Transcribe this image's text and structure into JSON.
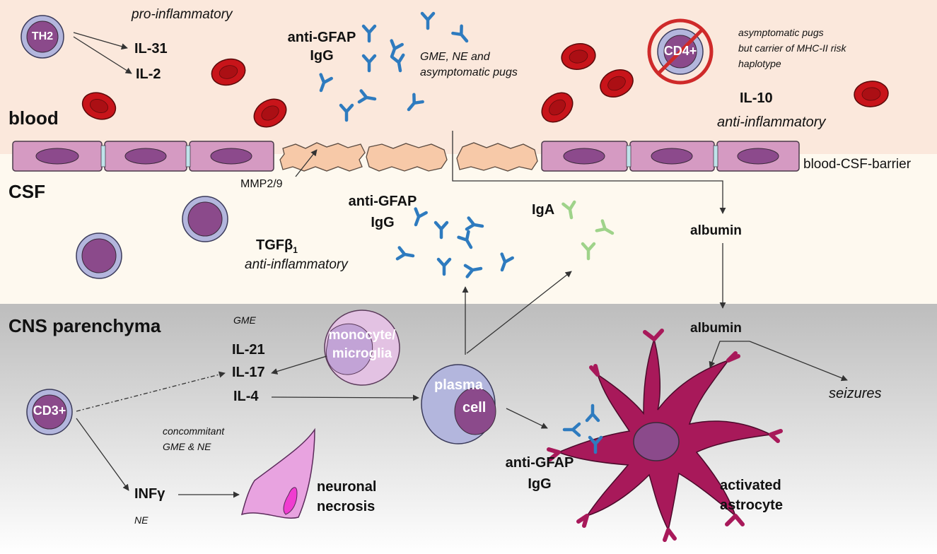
{
  "colors": {
    "blood_bg": "#fbe8dc",
    "csf_bg": "#fef9ef",
    "parenchyma_top": "#bdbdbd",
    "parenchyma_bottom": "#ffffff",
    "endothelial_cell": "#d59ac2",
    "endothelial_nucleus": "#8c4a8c",
    "degraded_cell": "#f7c9a8",
    "rbc": "#c8141a",
    "lymphocyte_outer": "#b3b6dd",
    "lymphocyte_nucleus": "#8b4a8b",
    "antibody_igg": "#2e7bbf",
    "antibody_iga": "#9fd38a",
    "astrocyte": "#a8195a",
    "neuron": "#e8a3e0",
    "prohibit": "#cf2a2a"
  },
  "compartments": {
    "blood": "blood",
    "csf": "CSF",
    "parenchyma": "CNS parenchyma"
  },
  "blood": {
    "th2": "TH2",
    "pro_inflammatory": "pro-inflammatory",
    "il31": "IL-31",
    "il2": "IL-2",
    "anti_gfap_line1": "anti-GFAP",
    "anti_gfap_line2": "IgG",
    "gme_note_line1": "GME, NE and",
    "gme_note_line2": "asymptomatic pugs",
    "cd4": "CD4+",
    "asym_line1": "asymptomatic pugs",
    "asym_line2": "but carrier of MHC-II risk",
    "asym_line3": "haplotype",
    "il10": "IL-10",
    "anti_inflammatory": "anti-inflammatory"
  },
  "barrier": {
    "label": "blood-CSF-barrier",
    "mmp": "MMP2/9"
  },
  "csf": {
    "anti_gfap_line1": "anti-GFAP",
    "anti_gfap_line2": "IgG",
    "iga": "IgA",
    "albumin": "albumin",
    "tgf": "TGFβ",
    "tgf_sub": "1",
    "tgf_note": "anti-inflammatory"
  },
  "parenchyma": {
    "gme": "GME",
    "il21": "IL-21",
    "il17": "IL-17",
    "il4": "IL-4",
    "monocyte_line1": "monocyte/",
    "monocyte_line2": "microglia",
    "plasma_line1": "plasma",
    "plasma_line2": "cell",
    "cd3": "CD3+",
    "concomitant_line1": "concommitant",
    "concomitant_line2": "GME & NE",
    "infg": "INFγ",
    "ne": "NE",
    "neuronal_line1": "neuronal",
    "neuronal_line2": "necrosis",
    "anti_gfap_line1": "anti-GFAP",
    "anti_gfap_line2": "IgG",
    "albumin": "albumin",
    "seizures": "seizures",
    "astro_line1": "activated",
    "astro_line2": "astrocyte"
  }
}
